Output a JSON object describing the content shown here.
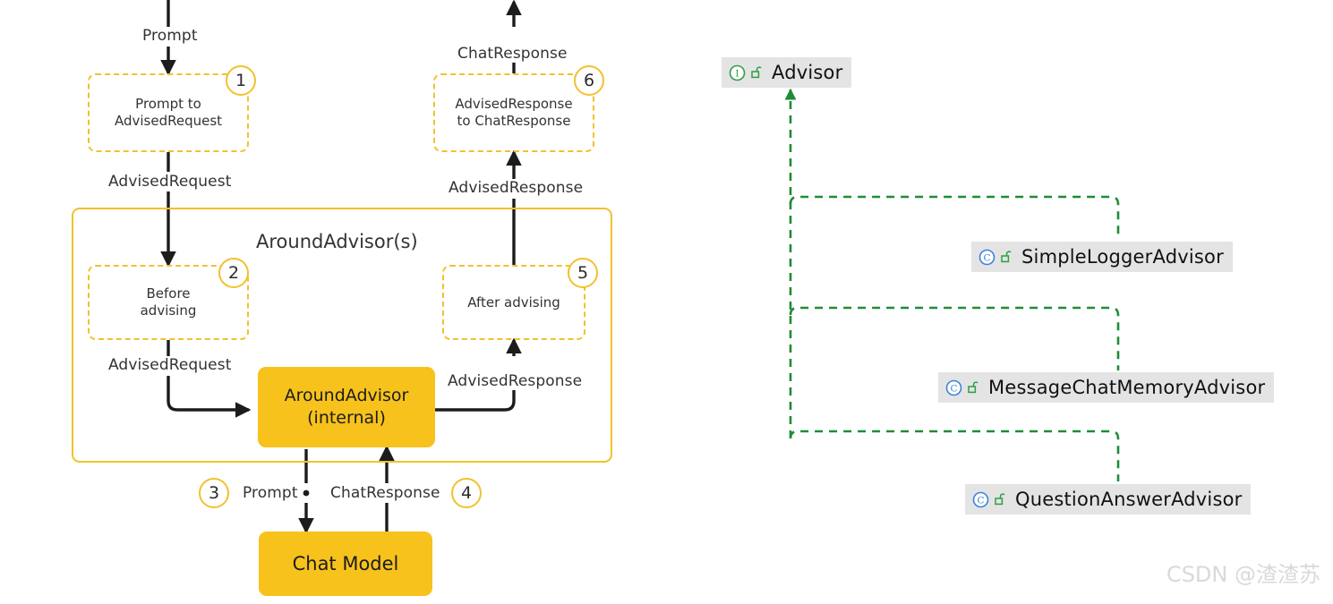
{
  "flow": {
    "group": {
      "title": "AroundAdvisor(s)"
    },
    "nodes": [
      {
        "id": "prompt-to-advised-request",
        "line1": "Prompt to",
        "line2": "AdvisedRequest",
        "badge": "1"
      },
      {
        "id": "advised-response-to-chat-response",
        "line1": "AdvisedResponse",
        "line2": "to ChatResponse",
        "badge": "6"
      },
      {
        "id": "before-advising",
        "line1": "Before",
        "line2": "advising",
        "badge": "2"
      },
      {
        "id": "after-advising",
        "line1": "After advising",
        "line2": "",
        "badge": "5"
      },
      {
        "id": "around-advisor-internal",
        "line1": "AroundAdvisor",
        "line2": "(internal)",
        "badge": ""
      },
      {
        "id": "chat-model",
        "line1": "Chat Model",
        "line2": "",
        "badge": ""
      }
    ],
    "labels": {
      "prompt_in": "Prompt",
      "advised_request_1": "AdvisedRequest",
      "advised_request_2": "AdvisedRequest",
      "chat_response_out": "ChatResponse",
      "advised_response_1": "AdvisedResponse",
      "advised_response_2": "AdvisedResponse",
      "prompt_to_model": "Prompt",
      "chat_response_from_model": "ChatResponse"
    },
    "badges": {
      "step1": "1",
      "step2": "2",
      "step3": "3",
      "step4": "4",
      "step5": "5",
      "step6": "6"
    }
  },
  "class_diagram": {
    "interface": {
      "name": "Advisor",
      "kind_icon": "interface-icon",
      "visibility_icon": "public-unlock-icon"
    },
    "classes": [
      {
        "name": "SimpleLoggerAdvisor",
        "kind_icon": "class-icon",
        "visibility_icon": "public-unlock-icon"
      },
      {
        "name": "MessageChatMemoryAdvisor",
        "kind_icon": "class-icon",
        "visibility_icon": "public-unlock-icon"
      },
      {
        "name": "QuestionAnswerAdvisor",
        "kind_icon": "class-icon",
        "visibility_icon": "public-unlock-icon"
      }
    ]
  },
  "watermark": {
    "text": "CSDN @渣渣苏"
  },
  "colors": {
    "accent_yellow": "#F7C21B",
    "dashed_yellow": "#F2C12E",
    "inheritance_green": "#1E8C36",
    "interface_green": "#2E9E45",
    "class_blue": "#3b82dd",
    "node_gray": "#e4e4e4",
    "arrow_black": "#1c1c1c"
  }
}
